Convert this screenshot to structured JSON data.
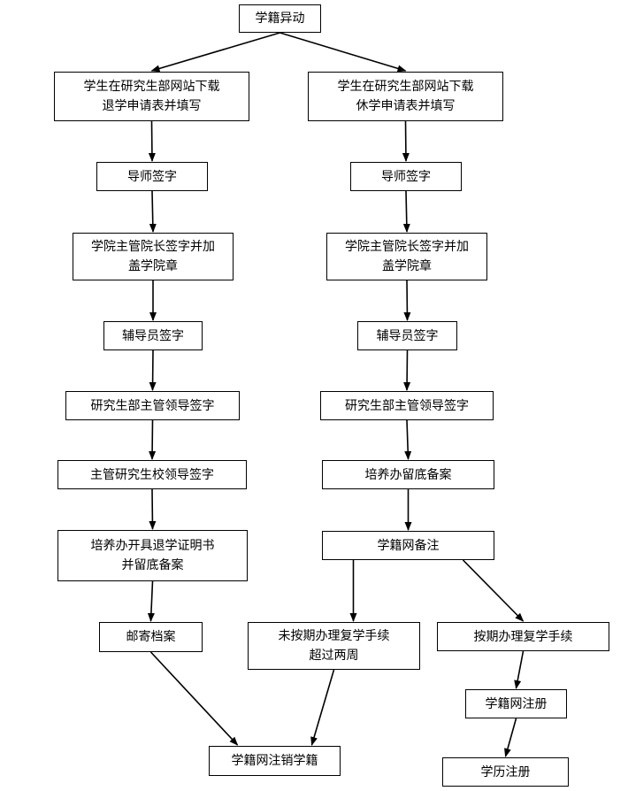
{
  "nodes": {
    "start": [
      "学籍异动"
    ],
    "l1": [
      "学生在研究生部网站下载",
      "退学申请表并填写"
    ],
    "l2": [
      "导师签字"
    ],
    "l3": [
      "学院主管院长签字并加",
      "盖学院章"
    ],
    "l4": [
      "辅导员签字"
    ],
    "l5": [
      "研究生部主管领导签字"
    ],
    "l6": [
      "主管研究生校领导签字"
    ],
    "l7": [
      "培养办开具退学证明书",
      "并留底备案"
    ],
    "l8": [
      "邮寄档案"
    ],
    "r1": [
      "学生在研究生部网站下载",
      "休学申请表并填写"
    ],
    "r2": [
      "导师签字"
    ],
    "r3": [
      "学院主管院长签字并加",
      "盖学院章"
    ],
    "r4": [
      "辅导员签字"
    ],
    "r5": [
      "研究生部主管领导签字"
    ],
    "r6": [
      "培养办留底备案"
    ],
    "r7": [
      "学籍网备注"
    ],
    "r8a": [
      "未按期办理复学手续",
      "超过两周"
    ],
    "r8b": [
      "按期办理复学手续"
    ],
    "r9b": [
      "学籍网注册"
    ],
    "r10b": [
      "学历注册"
    ],
    "end": [
      "学籍网注销学籍"
    ]
  },
  "edges": [
    [
      "start",
      "l1"
    ],
    [
      "start",
      "r1"
    ],
    [
      "l1",
      "l2"
    ],
    [
      "l2",
      "l3"
    ],
    [
      "l3",
      "l4"
    ],
    [
      "l4",
      "l5"
    ],
    [
      "l5",
      "l6"
    ],
    [
      "l6",
      "l7"
    ],
    [
      "l7",
      "l8"
    ],
    [
      "r1",
      "r2"
    ],
    [
      "r2",
      "r3"
    ],
    [
      "r3",
      "r4"
    ],
    [
      "r4",
      "r5"
    ],
    [
      "r5",
      "r6"
    ],
    [
      "r6",
      "r7"
    ],
    [
      "r7",
      "r8a"
    ],
    [
      "r7",
      "r8b"
    ],
    [
      "r8b",
      "r9b"
    ],
    [
      "r9b",
      "r10b"
    ],
    [
      "l8",
      "end"
    ],
    [
      "r8a",
      "end"
    ]
  ]
}
